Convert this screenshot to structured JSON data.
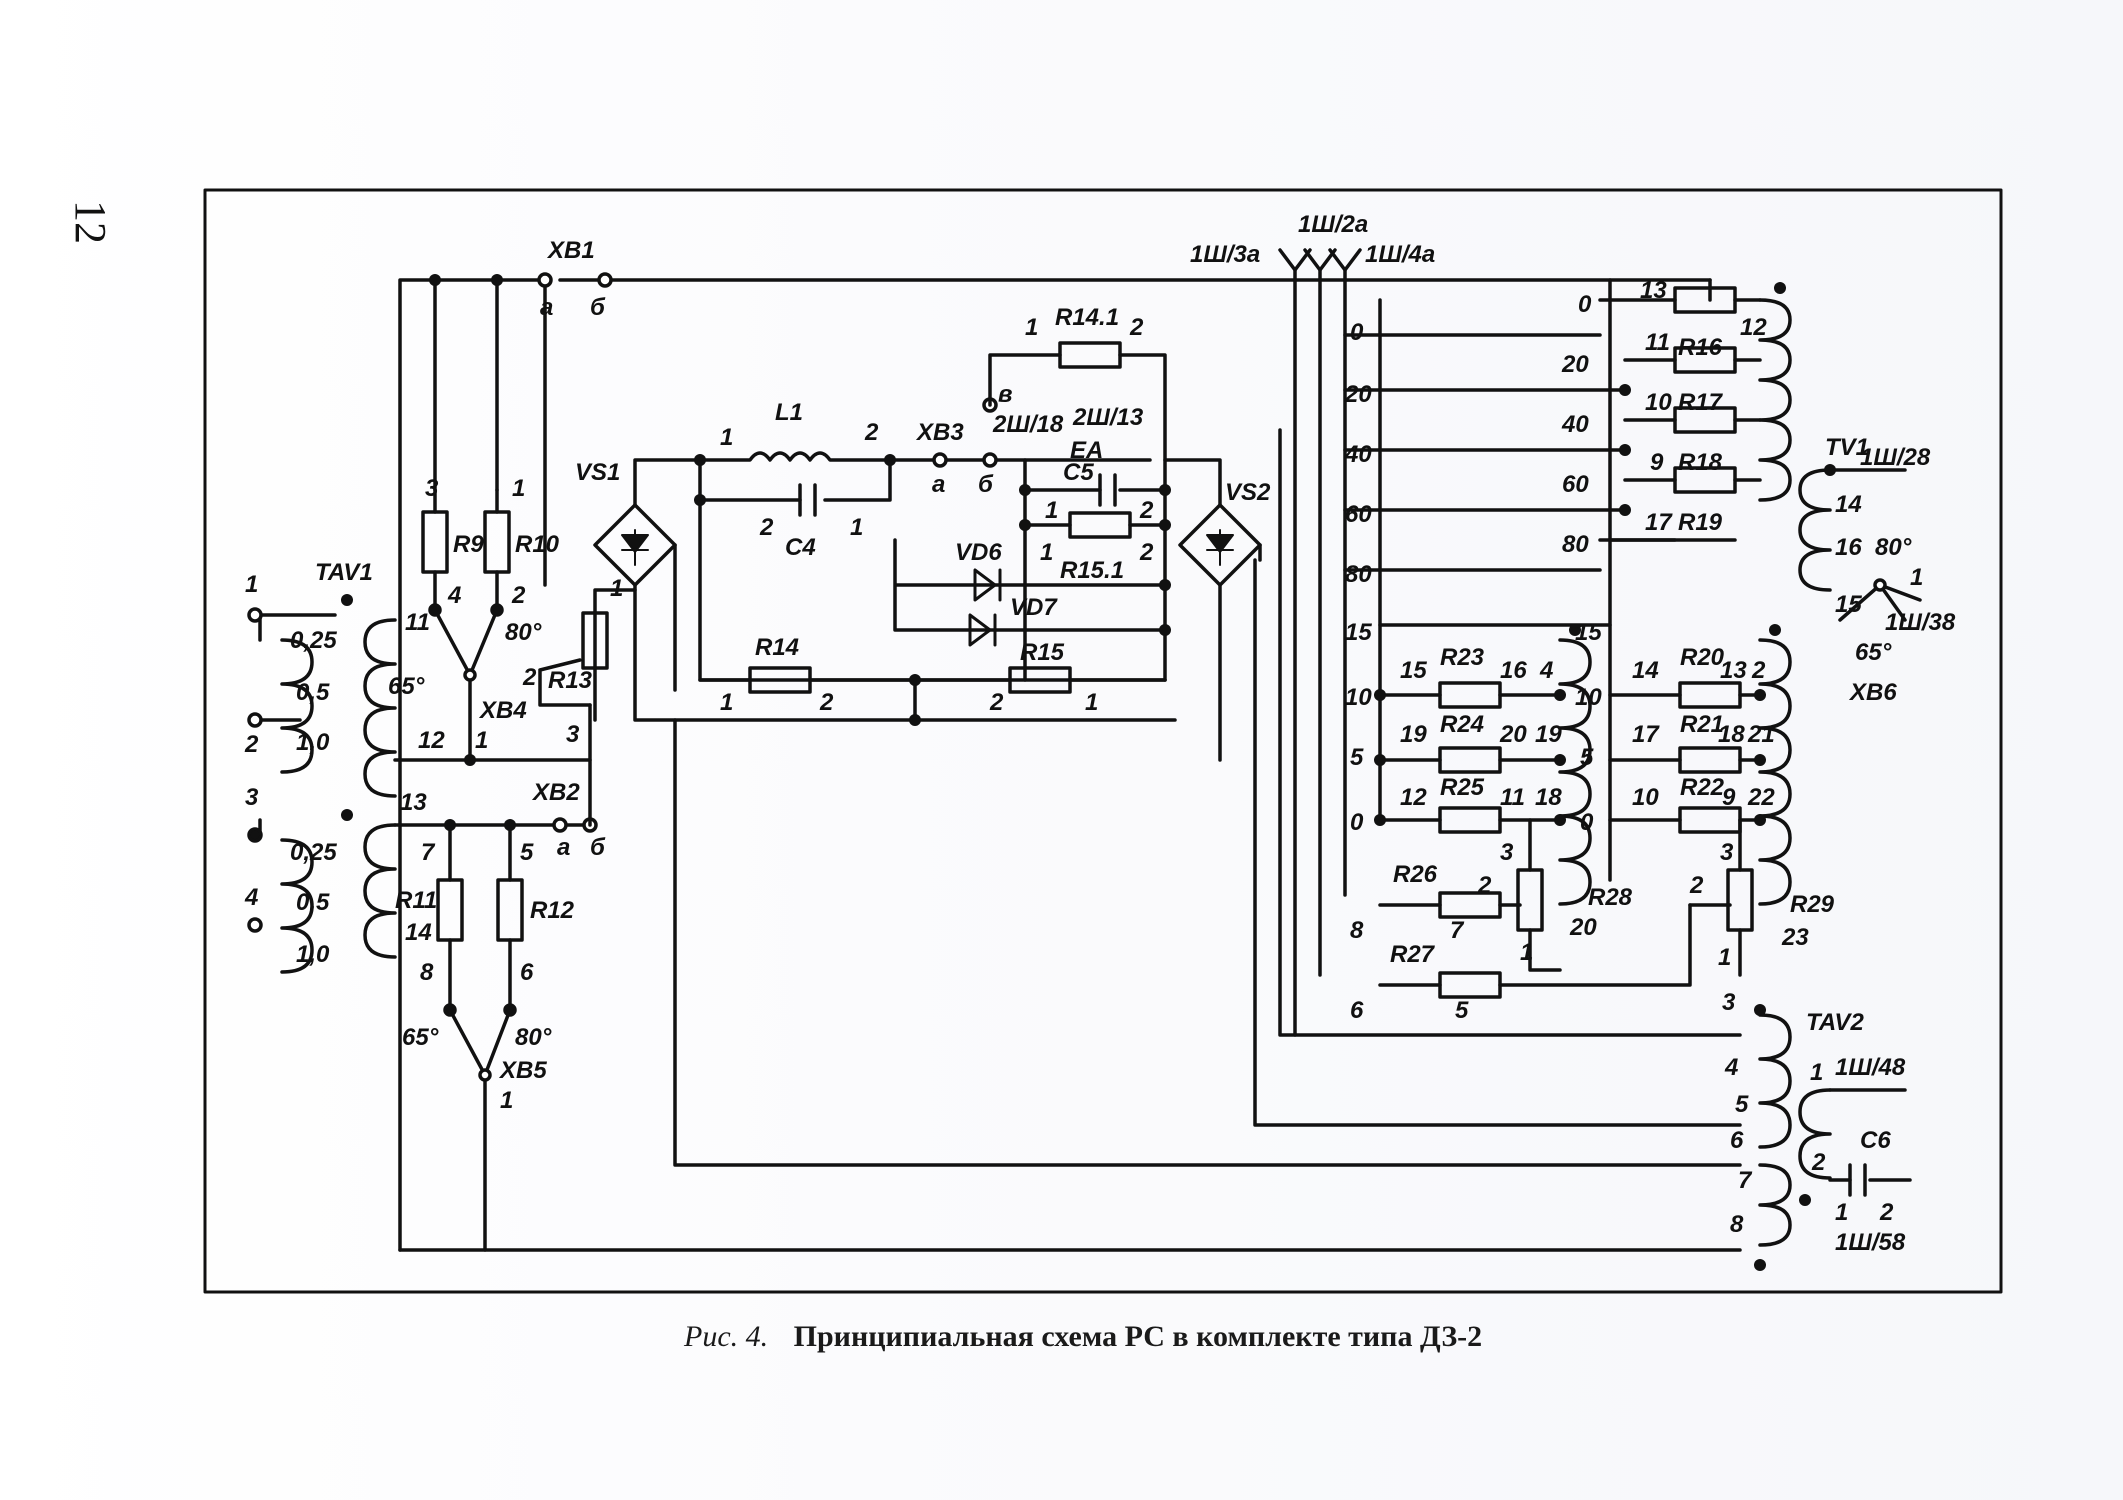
{
  "page_number": "12",
  "caption": {
    "number": "Рис. 4.",
    "title": "Принципиальная схема РС в комплекте типа ДЗ-2"
  },
  "schematic": {
    "components": {
      "XB1": "XB1",
      "XB2": "XB2",
      "XB3": "XB3",
      "XB4": "XB4",
      "XB5": "XB5",
      "XB6": "XB6",
      "TAV1": "TAV1",
      "TAV2": "TAV2",
      "TV1": "TV1",
      "VS1": "VS1",
      "VS2": "VS2",
      "L1": "L1",
      "C4": "C4",
      "C5": "C5",
      "C6": "C6",
      "EA": "EA",
      "VD6": "VD6",
      "VD7": "VD7",
      "R9": "R9",
      "R10": "R10",
      "R11": "R11",
      "R12": "R12",
      "R13": "R13",
      "R14": "R14",
      "R14_1": "R14.1",
      "R15": "R15",
      "R15_1": "R15.1",
      "R16": "R16",
      "R17": "R17",
      "R18": "R18",
      "R19": "R19",
      "R20": "R20",
      "R21": "R21",
      "R22": "R22",
      "R23": "R23",
      "R24": "R24",
      "R25": "R25",
      "R26": "R26",
      "R27": "R27",
      "R28": "R28",
      "R29": "R29"
    },
    "connectors": {
      "c_1sh3a": "1Ш/3а",
      "c_1sh2a": "1Ш/2а",
      "c_1sh4a": "1Ш/4а",
      "c_2sh18": "2Ш/18",
      "c_2sh13": "2Ш/13",
      "c_1sh28": "1Ш/28",
      "c_1sh38": "1Ш/38",
      "c_1sh48": "1Ш/48",
      "c_1sh58": "1Ш/58"
    },
    "taps": {
      "t025a": "0,25",
      "t05a": "0,5",
      "t10a": "1,0",
      "t025b": "0,25",
      "t05b": "0,5",
      "t10b": "1,0",
      "sA0": "0",
      "sA20": "20",
      "sA40": "40",
      "sA60": "60",
      "sA80": "80",
      "sB0": "0",
      "sB20": "20",
      "sB40": "40",
      "sB60": "60",
      "sB80": "80",
      "sC15": "15",
      "sC10": "10",
      "sC5": "5",
      "sC0": "0",
      "sD15": "15",
      "sD10": "10",
      "sD5": "5",
      "sD0": "0",
      "ang65a": "65°",
      "ang80a": "80°",
      "ang65b": "65°",
      "ang80b": "80°",
      "ang80c": "80°",
      "ang65c": "65°"
    },
    "pins": {
      "p_xb1a": "а",
      "p_xb1b": "б",
      "p_xb2a": "а",
      "p_xb2b": "б",
      "p_xb3a": "а",
      "p_xb3b": "б",
      "p_v": "в",
      "n_tav1_1": "1",
      "n_tav1_2": "2",
      "n_tav1_3": "3",
      "n_tav1_4": "4",
      "n_11": "11",
      "n_12": "12",
      "n_13": "13",
      "n_14": "14",
      "n_r9_3": "3",
      "n_r9_4": "4",
      "n_r10_1": "1",
      "n_r10_2": "2",
      "n_r11_7": "7",
      "n_r11_8": "8",
      "n_r12_5": "5",
      "n_r12_6": "6",
      "n_xb4_1": "1",
      "n_xb5_1": "1",
      "n_r13_1": "1",
      "n_r13_2": "2",
      "n_r13_3": "3",
      "n_l1_1": "1",
      "n_l1_2": "2",
      "n_c4_2": "2",
      "n_c4_1": "1",
      "n_r141_1": "1",
      "n_r141_2": "2",
      "n_c5_1": "1",
      "n_c5_2": "2",
      "n_r151_1": "1",
      "n_r151_2": "2",
      "n_r14_1": "1",
      "n_r14_2": "2",
      "n_r15_2": "2",
      "n_r15_1": "1",
      "n_tv_13": "13",
      "n_tv_12": "12",
      "n_tv_11": "11",
      "n_tv_10": "10",
      "n_tv_9": "9",
      "n_tv_17": "17",
      "n_tv_14": "14",
      "n_tv_16": "16",
      "n_tv_15": "15",
      "n_xb6_1": "1",
      "n_r23_15": "15",
      "n_r23_16": "16",
      "n_w4": "4",
      "n_r24_19": "19",
      "n_r24_20": "20",
      "n_w19": "19",
      "n_r25_12": "12",
      "n_r25_11": "11",
      "n_w18": "18",
      "n_r20_14": "14",
      "n_r20_13": "13",
      "n_w2": "2",
      "n_r21_17": "17",
      "n_r21_18": "18",
      "n_w21": "21",
      "n_r22_10": "10",
      "n_r22_9": "9",
      "n_w22": "22",
      "n_r28_3": "3",
      "n_r28_2": "2",
      "n_r28_1": "1",
      "n_r28_20": "20",
      "n_r29_3": "3",
      "n_r29_2": "2",
      "n_r29_1": "1",
      "n_r29_23": "23",
      "n_r26_8": "8",
      "n_r26_7": "7",
      "n_r27_6": "6",
      "n_r27_5": "5",
      "n_tav2_3": "3",
      "n_tav2_4": "4",
      "n_tav2_5": "5",
      "n_tav2_6": "6",
      "n_tav2_7": "7",
      "n_tav2_8": "8",
      "n_tav2_1": "1",
      "n_tav2_2": "2",
      "n_c6_1": "1",
      "n_c6_2": "2"
    }
  }
}
